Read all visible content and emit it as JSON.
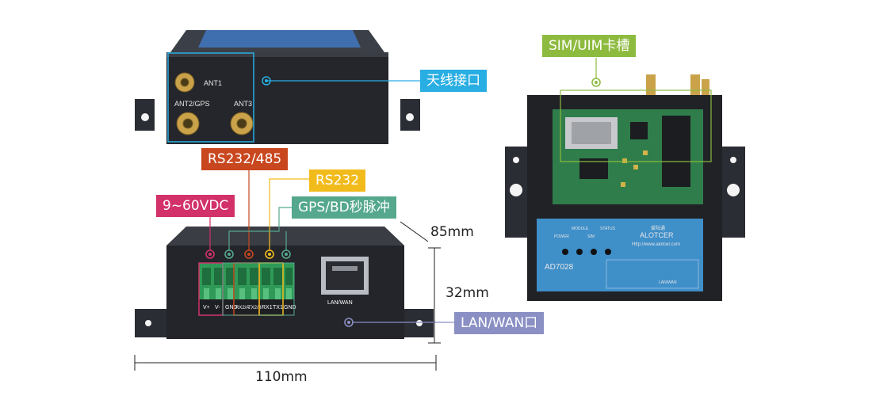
{
  "callouts": {
    "antenna": "天线接口",
    "sim": "SIM/UIM卡槽",
    "rs232_485": "RS232/485",
    "rs232": "RS232",
    "power": "9~60VDC",
    "gps": "GPS/BD秒脉冲",
    "lan": "LAN/WAN口"
  },
  "dimensions": {
    "depth": "85mm",
    "height": "32mm",
    "width": "110mm"
  },
  "top_device": {
    "ant1": "ANT1",
    "ant2": "ANT2/GPS",
    "ant3": "ANT3"
  },
  "front_device": {
    "terminals": [
      "V+",
      "V-",
      "GND",
      "RX2/A",
      "TX2/B",
      "RX1",
      "TX1",
      "GND"
    ],
    "lan_label": "LAN/WAN"
  },
  "right_device": {
    "leds": [
      "POWER",
      "MODULE",
      "SIM",
      "STATUS"
    ],
    "model": "AD7028",
    "brand": "ALOTCER",
    "brand_cn": "爱陆通",
    "url": "Http://www.alotcer.com",
    "lan_label": "LAN/WAN"
  },
  "colors": {
    "antenna": "#29aee3",
    "sim": "#8dbb3f",
    "rs232_485": "#c9471f",
    "rs232": "#f2bb1c",
    "power": "#d2316a",
    "gps": "#55a88d",
    "lan": "#8a8fc4"
  }
}
